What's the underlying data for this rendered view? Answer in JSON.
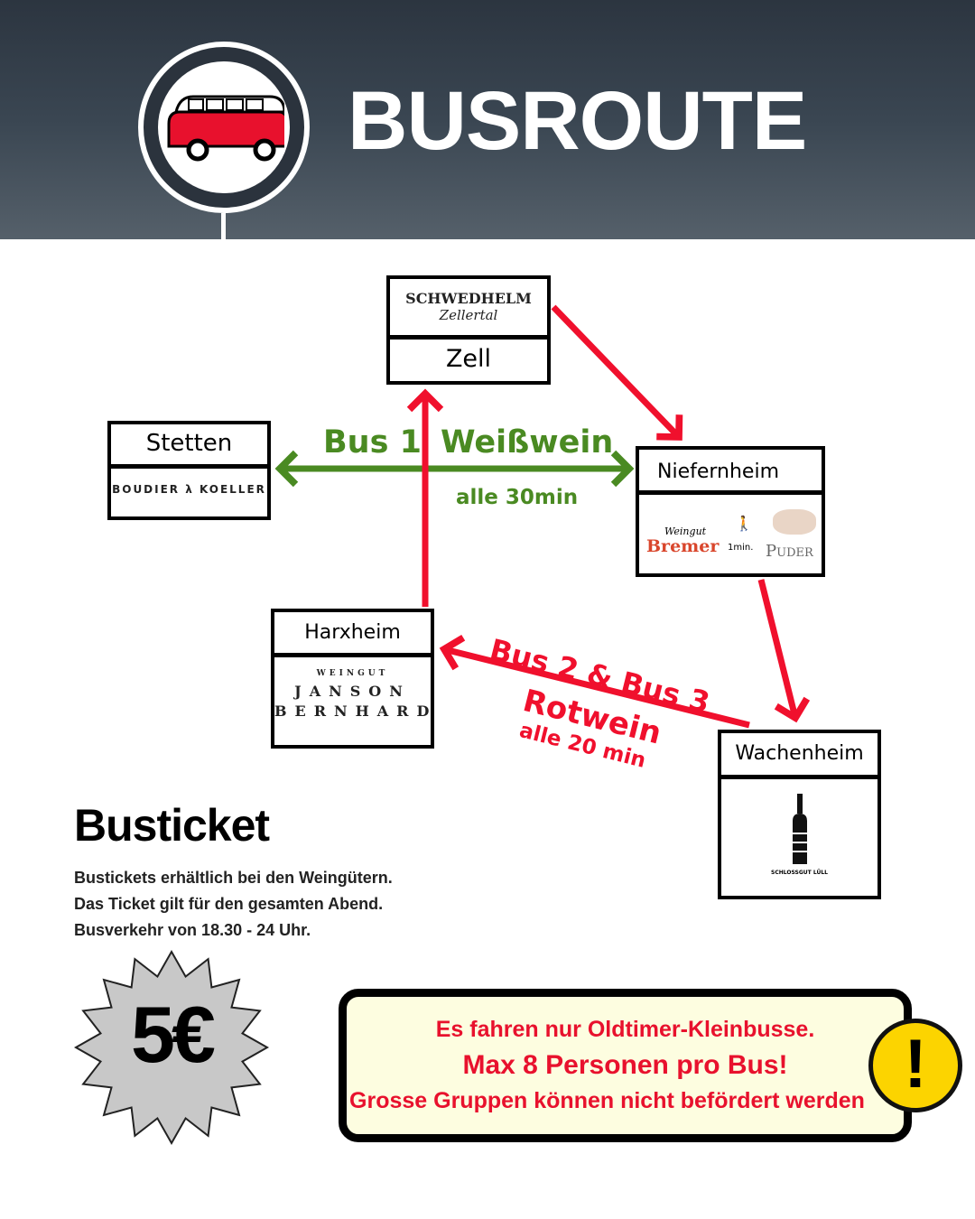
{
  "header": {
    "title": "BUSROUTE",
    "icon": "vw-bus-icon"
  },
  "stops": {
    "zell": {
      "name": "Zell",
      "logo_main": "SCHWEDHELM",
      "logo_sub": "Zellertal"
    },
    "stetten": {
      "name": "Stetten",
      "logo": "BOUDIER λ KOELLER"
    },
    "niefernheim": {
      "name": "Niefernheim",
      "logo_left_script": "Weingut",
      "logo_left": "Bremer",
      "walk": "1min.",
      "logo_right": "Puder"
    },
    "harxheim": {
      "name": "Harxheim",
      "logo_top": "WEINGUT",
      "logo_mid": "JANSON",
      "logo_bot": "BERNHARD"
    },
    "wachenheim": {
      "name": "Wachenheim",
      "logo": "SCHLOSSGUT LÜLL"
    }
  },
  "routes": {
    "bus1": {
      "label": "Bus 1",
      "wine": "Weißwein",
      "freq": "alle 30min",
      "color": "#4a8a22"
    },
    "bus23": {
      "label": "Bus 2 & Bus 3",
      "wine": "Rotwein",
      "freq": "alle 20 min",
      "color": "#f0102d"
    }
  },
  "ticket": {
    "heading": "Busticket",
    "lines": [
      "Bustickets erhältlich bei den Weingütern.",
      "Das Ticket gilt für den gesamten Abend.",
      "Busverkehr von 18.30 - 24 Uhr."
    ],
    "price": "5€"
  },
  "notice": {
    "lines": [
      "Es fahren nur Oldtimer-Kleinbusse.",
      "Max 8 Personen pro Bus!",
      "Grosse Gruppen können nicht befördert werden"
    ],
    "icon": "exclamation-icon"
  }
}
